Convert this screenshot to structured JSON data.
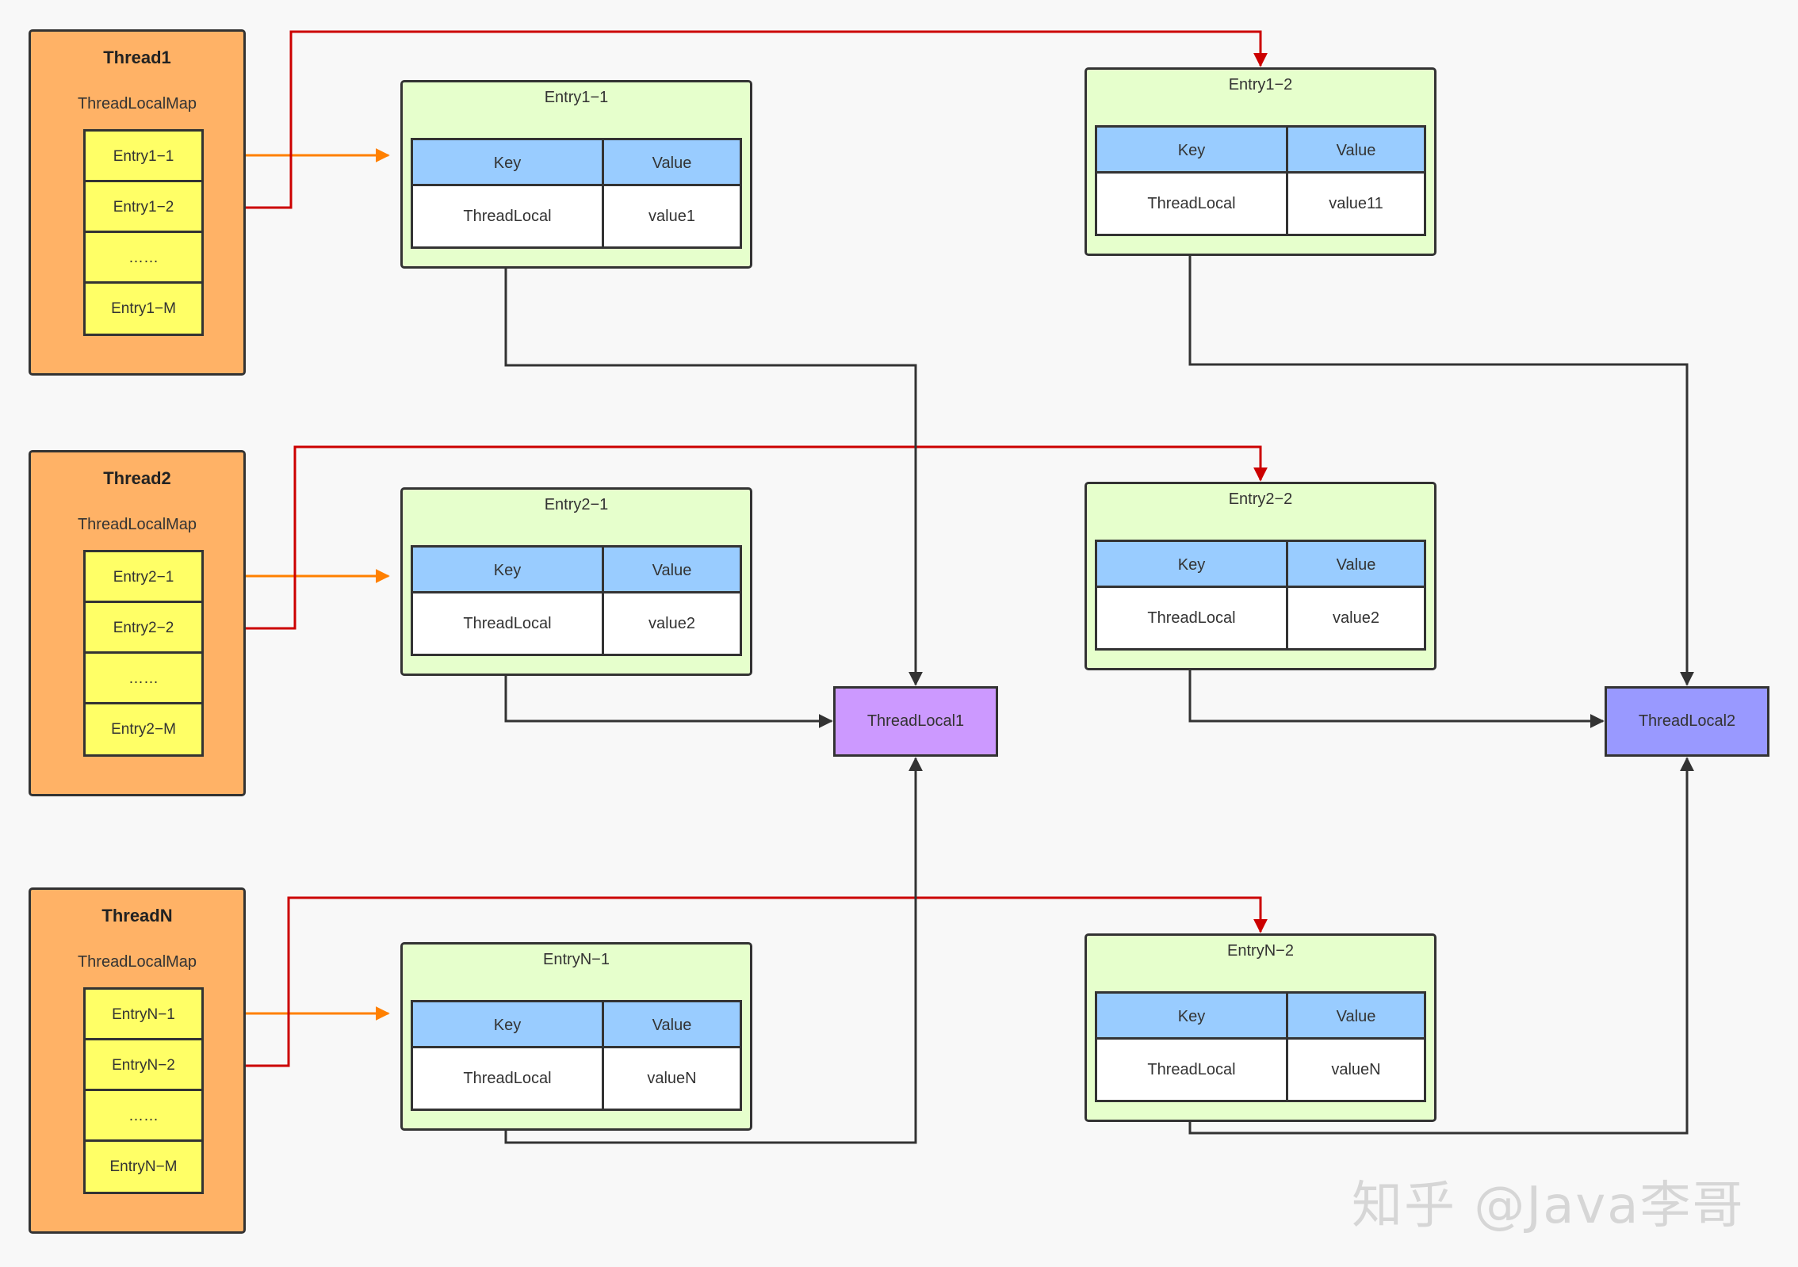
{
  "threads": [
    {
      "title": "Thread1",
      "map_label": "ThreadLocalMap",
      "entries": [
        "Entry1−1",
        "Entry1−2",
        "……",
        "Entry1−M"
      ]
    },
    {
      "title": "Thread2",
      "map_label": "ThreadLocalMap",
      "entries": [
        "Entry2−1",
        "Entry2−2",
        "……",
        "Entry2−M"
      ]
    },
    {
      "title": "ThreadN",
      "map_label": "ThreadLocalMap",
      "entries": [
        "EntryN−1",
        "EntryN−2",
        "……",
        "EntryN−M"
      ]
    }
  ],
  "entries": [
    {
      "title": "Entry1−1",
      "key_header": "Key",
      "value_header": "Value",
      "key": "ThreadLocal",
      "value": "value1"
    },
    {
      "title": "Entry1−2",
      "key_header": "Key",
      "value_header": "Value",
      "key": "ThreadLocal",
      "value": "value11"
    },
    {
      "title": "Entry2−1",
      "key_header": "Key",
      "value_header": "Value",
      "key": "ThreadLocal",
      "value": "value2"
    },
    {
      "title": "Entry2−2",
      "key_header": "Key",
      "value_header": "Value",
      "key": "ThreadLocal",
      "value": "value2"
    },
    {
      "title": "EntryN−1",
      "key_header": "Key",
      "value_header": "Value",
      "key": "ThreadLocal",
      "value": "valueN"
    },
    {
      "title": "EntryN−2",
      "key_header": "Key",
      "value_header": "Value",
      "key": "ThreadLocal",
      "value": "valueN"
    }
  ],
  "thread_locals": {
    "tl1": "ThreadLocal1",
    "tl2": "ThreadLocal2"
  },
  "watermark": "知乎 @Java李哥",
  "colors": {
    "thread_fill": "#ffb266",
    "slot_fill": "#ffff66",
    "entry_fill": "#e6ffcc",
    "table_header_fill": "#99ccff",
    "threadlocal1_fill": "#cc99ff",
    "threadlocal2_fill": "#9999ff",
    "arrow_entry_x1": "#ff8000",
    "arrow_entry_x2": "#cc0000",
    "arrow_key_ref": "#333333"
  }
}
